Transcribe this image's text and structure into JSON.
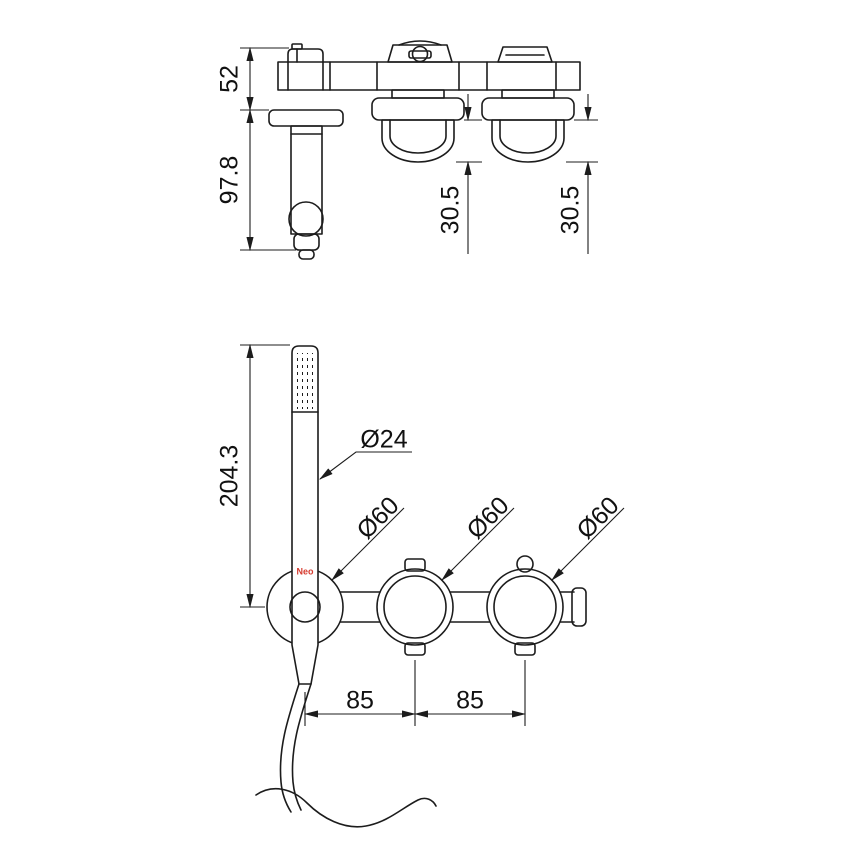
{
  "meta": {
    "background": "#ffffff",
    "line_color": "#1c1c1c"
  },
  "brand": {
    "label": "Neo",
    "color": "#d63a2e"
  },
  "top_view": {
    "dims": {
      "height_upper": "52",
      "height_spout": "97.8",
      "depth_mid": "30.5",
      "depth_right": "30.5"
    }
  },
  "front_view": {
    "dims": {
      "shower_height": "204.3",
      "wand_diameter": "Ø24",
      "rosette_left": "Ø60",
      "rosette_mid": "Ø60",
      "rosette_right": "Ø60",
      "spacing_left": "85",
      "spacing_right": "85"
    }
  }
}
